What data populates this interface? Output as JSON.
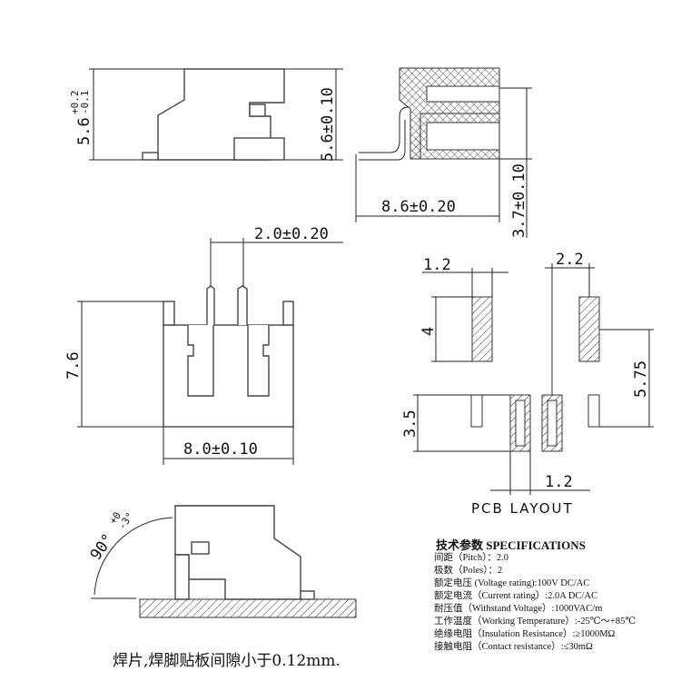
{
  "side_view": {
    "height_label": "5.6",
    "tol_plus": "+0.2",
    "tol_minus": "-0.1",
    "right_height_label": "5.6±0.10"
  },
  "section_view": {
    "width_label": "8.6±0.20",
    "height_label": "3.7±0.10"
  },
  "front_view": {
    "pitch_label": "2.0±0.20",
    "height_label": "7.6",
    "width_label": "8.0±0.10"
  },
  "pcb_layout": {
    "title": "PCB LAYOUT",
    "pad_width_label": "1.2",
    "pad_spacing_label": "2.2",
    "pad_height_label": "4",
    "overall_label": "5.75",
    "lower_pad_label": "3.5",
    "lower_width_label": "1.2"
  },
  "angle_view": {
    "angle_label": "90°",
    "tol_plus": "+0",
    "tol_minus": "-3°",
    "caption": "焊片,焊脚贴板间隙小于0.12mm."
  },
  "specifications": {
    "title": "技术参数  SPECIFICATIONS",
    "items": [
      "间距（Pitch）：2.0",
      "极数（Poles）：2",
      "额定电压 (Voltage rating):100V DC/AC",
      "额定电流（Current rating）:2.0A DC/AC",
      "耐压值（Withstand Voltage）:1000VAC/m",
      "工作温度（Working Temperature）:-25℃～+85℃",
      "绝缘电阻（Insulation Resistance）:≥1000MΩ",
      "接触电阻（Contact resistance）:≤30mΩ"
    ]
  }
}
